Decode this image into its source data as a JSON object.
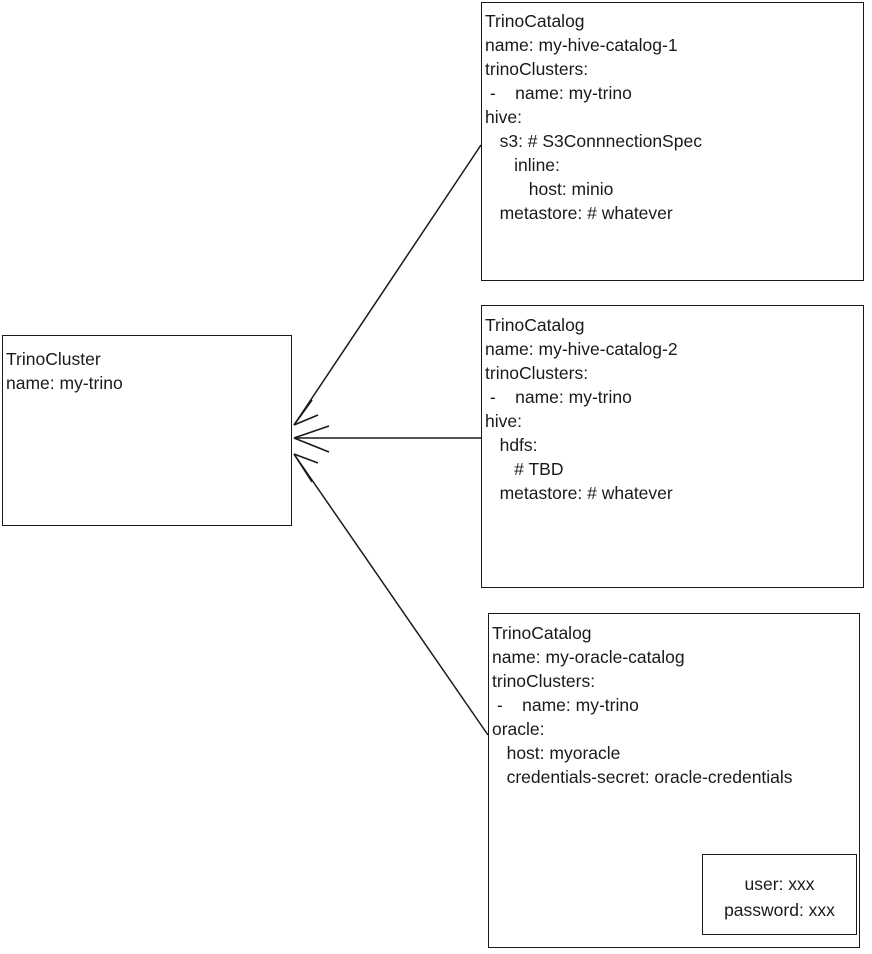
{
  "diagram": {
    "type": "entity-relationship-diagram",
    "title": "TrinoCluster and TrinoCatalog relationships",
    "background_color": "#ffffff",
    "stroke_color": "#1a1a1a"
  },
  "nodes": {
    "trino_cluster": {
      "kind_label": "TrinoCluster",
      "lines": [
        "TrinoCluster",
        "name: my-trino"
      ]
    },
    "hive_catalog_1": {
      "kind_label": "TrinoCatalog",
      "lines": [
        "TrinoCatalog",
        "name: my-hive-catalog-1",
        "trinoClusters:",
        " -    name: my-trino",
        "hive:",
        "   s3: # S3ConnnectionSpec",
        "      inline:",
        "         host: minio",
        "   metastore: # whatever"
      ]
    },
    "hive_catalog_2": {
      "kind_label": "TrinoCatalog",
      "lines": [
        "TrinoCatalog",
        "name: my-hive-catalog-2",
        "trinoClusters:",
        " -    name: my-trino",
        "hive:",
        "   hdfs:",
        "      # TBD",
        "   metastore: # whatever"
      ]
    },
    "oracle_catalog": {
      "kind_label": "TrinoCatalog",
      "lines": [
        "TrinoCatalog",
        "name: my-oracle-catalog",
        "trinoClusters:",
        " -    name: my-trino",
        "oracle:",
        "   host: myoracle",
        "   credentials-secret: oracle-credentials"
      ]
    },
    "oracle_credentials_secret": {
      "lines": [
        "user: xxx",
        "password: xxx"
      ]
    }
  },
  "edges": [
    {
      "name": "hive-catalog-1-to-cluster",
      "from": "hive_catalog_1",
      "to": "trino_cluster",
      "arrowhead": "to"
    },
    {
      "name": "hive-catalog-2-to-cluster",
      "from": "hive_catalog_2",
      "to": "trino_cluster",
      "arrowhead": "to"
    },
    {
      "name": "oracle-catalog-to-cluster",
      "from": "oracle_catalog",
      "to": "trino_cluster",
      "arrowhead": "to"
    },
    {
      "name": "credentials-secret-to-secret-box",
      "from": "oracle_catalog",
      "to": "oracle_credentials_secret",
      "arrowhead": "to"
    }
  ]
}
